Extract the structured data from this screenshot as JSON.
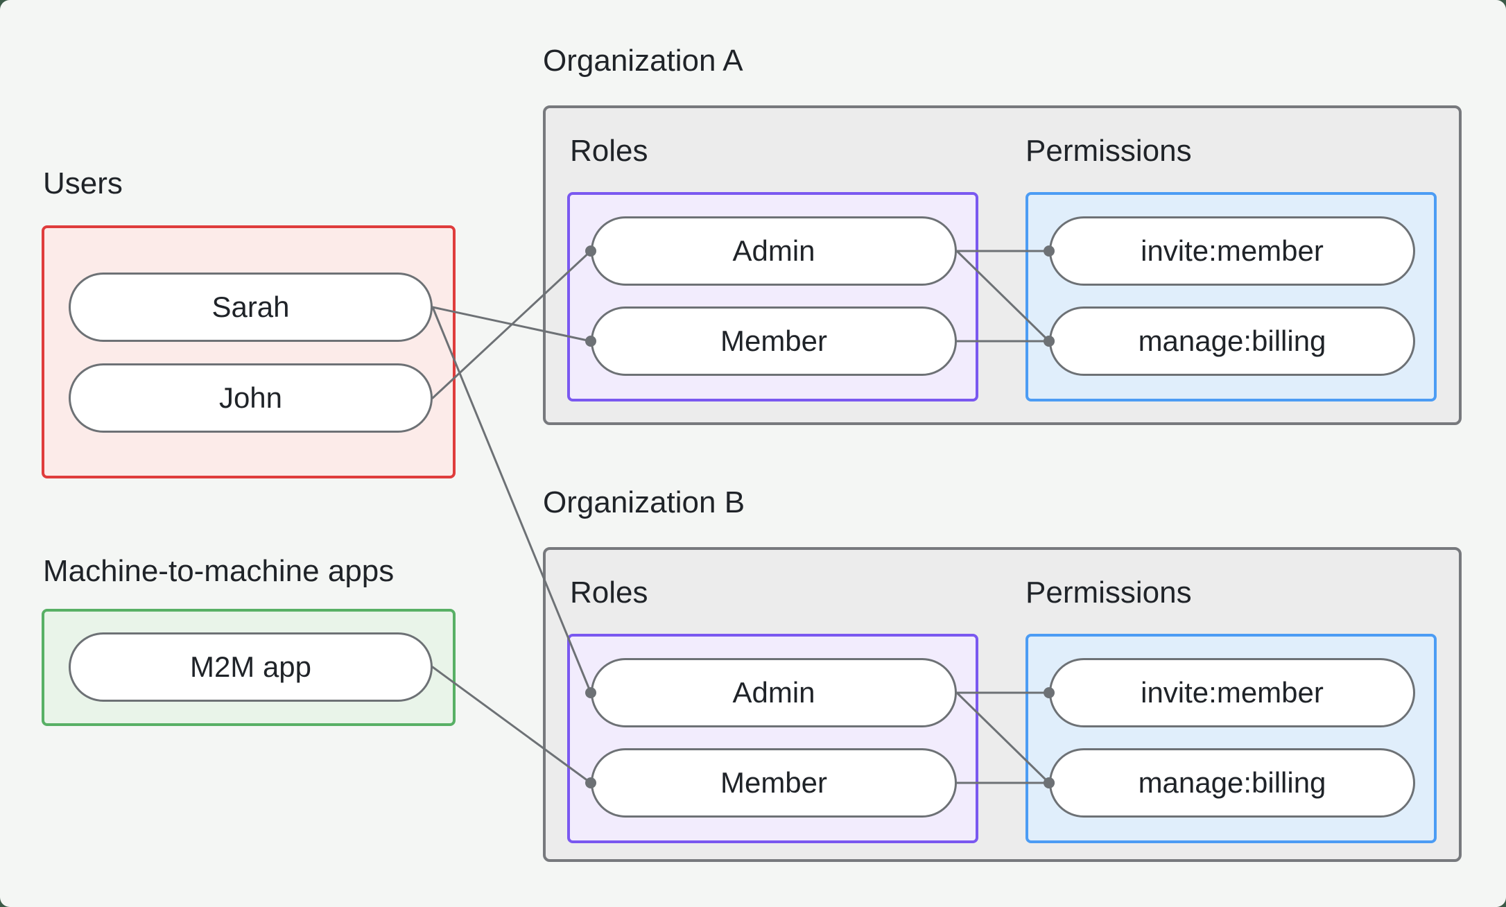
{
  "users": {
    "title": "Users",
    "items": [
      "Sarah",
      "John"
    ]
  },
  "m2m": {
    "title": "Machine-to-machine apps",
    "items": [
      "M2M app"
    ]
  },
  "org_a": {
    "title": "Organization A",
    "roles_label": "Roles",
    "permissions_label": "Permissions",
    "roles": [
      "Admin",
      "Member"
    ],
    "permissions": [
      "invite:member",
      "manage:billing"
    ]
  },
  "org_b": {
    "title": "Organization B",
    "roles_label": "Roles",
    "permissions_label": "Permissions",
    "roles": [
      "Admin",
      "Member"
    ],
    "permissions": [
      "invite:member",
      "manage:billing"
    ]
  },
  "connections": [
    {
      "from": "users-sarah",
      "to": "orgA-role-member"
    },
    {
      "from": "users-john",
      "to": "orgA-role-admin"
    },
    {
      "from": "users-sarah",
      "to": "orgB-role-admin"
    },
    {
      "from": "m2m-app",
      "to": "orgB-role-member"
    },
    {
      "from": "orgA-role-admin",
      "to": "orgA-perm-invite"
    },
    {
      "from": "orgA-role-admin",
      "to": "orgA-perm-manage"
    },
    {
      "from": "orgA-role-member",
      "to": "orgA-perm-manage"
    },
    {
      "from": "orgB-role-admin",
      "to": "orgB-perm-invite"
    },
    {
      "from": "orgB-role-admin",
      "to": "orgB-perm-manage"
    },
    {
      "from": "orgB-role-member",
      "to": "orgB-perm-manage"
    }
  ],
  "colors": {
    "page_backdrop": "#3b5a47",
    "canvas_background": "#f4f6f4",
    "text": "#1f2328",
    "org_box_fill": "#ececec",
    "org_box_border": "#77797d",
    "roles_fill": "#f2ecfd",
    "roles_border": "#7a58f0",
    "permissions_fill": "#e0eefb",
    "permissions_border": "#4c9cf4",
    "users_fill": "#fcebe9",
    "users_border": "#df3c3c",
    "m2m_fill": "#e9f4e9",
    "m2m_border": "#58b065",
    "pill_fill": "#ffffff",
    "pill_border": "#6d7175",
    "connector": "#6d7175"
  }
}
